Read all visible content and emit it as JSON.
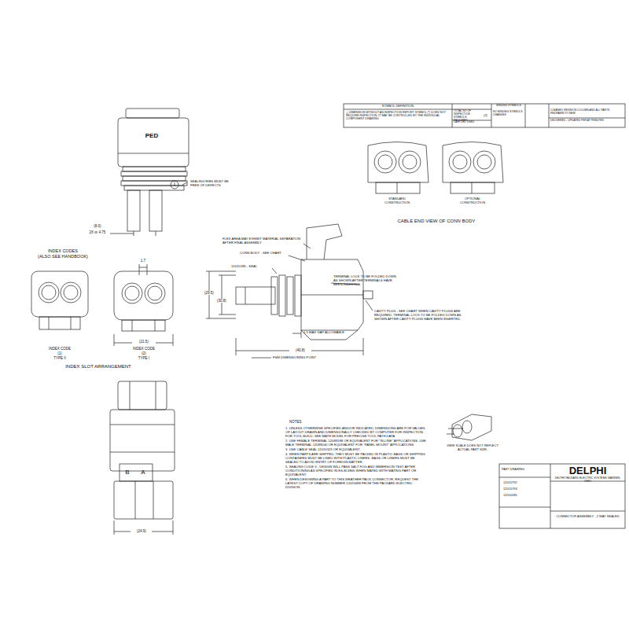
{
  "diagram": {
    "labels": [
      "1",
      "SEALING RIBS MUST BE FREE OF DEFECTS",
      "PED",
      "(8.0)",
      "2X ⊘ 4.75",
      "INDEX CODES",
      "(ALSO SEE HANDBOOK)",
      "1.7",
      "(21.5)",
      "INDEX CODE",
      "(1)",
      "TYPE II",
      "INDEX CODE",
      "(2)",
      "TYPE I",
      "INDEX SLOT ARRANGEMENT",
      "B",
      "A",
      "(24.9)",
      "SYMBOL DEFINITION",
      "△ DIMENSION WITHOUT AN INSPECTION REPORT SYMBOL (*) DOES NOT REQUIRE INSPECTION. IT MAY BE CONTROLLED BY THE INDIVIDUAL COMPONENT DRAWING.",
      "TOTAL NO OF INSPECTION SYMBOLS REQUIRED",
      "(2)",
      "LAST DEL USED",
      "BINDING SYMBOLS",
      "NO BINDING SYMBOLS CHANGES",
      "CLEANED REVISION COLUMN AND ALL PARTS REDRAWN TO NEW",
      "DELIVERED - UPDATED PER ATTRIBUTES",
      "STANDARD CONSTRUCTION",
      "OPTIONAL CONSTRUCTION",
      "CABLE END VIEW OF CONN BODY",
      "FLEX AREA MAY EXHIBIT MATERIAL SEPARATION AFTER FINAL ASSEMBLY",
      "CONN BODY - SEE CHART",
      "12010185 - SEAL",
      "TERMINAL LOCK TO BE FOLDED DOWN AS SHOWN AFTER TERMINALS HAVE BEEN INSERTED.",
      "CAVITY PLUG - SEE CHART WHEN CAVITY PLUGS ARE REQUIRED. TERMINAL LOCK TO BE FOLDED DOWN AS SHOWN AFTER CAVITY PLUGS HAVE BEEN INSERTED.",
      "(29.5)",
      "(30.8)",
      "1.5 MAX GAP ALLOWABLE",
      "(40.8)",
      "FSM DIMENSIONING POINT",
      "NOTES",
      "1. UNLESS OTHERWISE SPECIFIED AND/OR INDICATED, DIMENSIONS ARE FOR VALUES OF LAYOUT DRAWN AND DIMENSIONALLY CHECKED BY COMPUTER FOR INSPECTION. FOR TOOL BUILD, SEE MATH MODEL FOR PRECISE TOOL PATH DATA.",
      "2. USE FEMALE TERMINAL 12089188 OR EQUIVALENT FOR \"IN-LINE\" APPLICATIONS. USE MALE TERMINAL 12089040 OR EQUIVALENT FOR \"PANEL MOUNT\" APPLICATIONS.",
      "3. USE CABLE SEAL 12015323 OR EQUIVALENT.",
      "4. WHEN PARTS ARE SHIPPED, THEY MUST BE PACKED IN PLASTIC BAGS OR SHIPPING CONTAINERS MUST BE LINED WITH PLASTIC LINERS. BAGS OR LINERS MUST BE SEALED TO AVOID ENTRY OF FOREIGN MATTER.",
      "5. SEALING CODE 3 - DESIGN WILL PASS SALT FOG AND IMMERSION TEST AFTER CONDITIONING AS SPECIFIED IN ES-M-3865 WHEN MATED WITH MATING PART OR EQUIVALENT.",
      "6. WHEN DESIGNING A PART TO THIS WEATHER PACK CONNECTOR, REQUEST THE LATEST COPY OF DRAWING NUMBER 12020688 FROM THE PACKARD ELECTRIC DIVISION.",
      "VIEW SCALE DOES NOT REFLECT ACTUAL PART SIZE.",
      "DELPHI",
      "DELPHI PACKARD ELECTRIC SYSTEMS WARREN, OHIO",
      "PART DRAWING",
      "12015792",
      "12015793",
      "12010185",
      "CONNECTOR ASSEMBLY - 2 WAY SEALED"
    ]
  }
}
